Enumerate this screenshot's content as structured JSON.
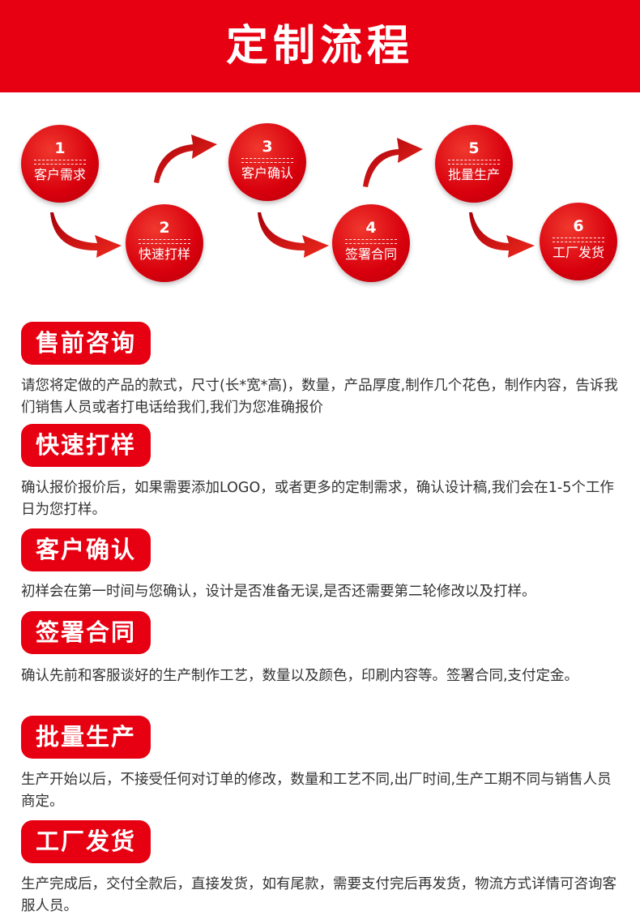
{
  "header": {
    "title": "定制流程"
  },
  "colors": {
    "accent": "#e60012",
    "arrow": "#e0101c",
    "text": "#333333"
  },
  "flow": {
    "steps": [
      {
        "number": "1",
        "label": "客户需求"
      },
      {
        "number": "2",
        "label": "快速打样"
      },
      {
        "number": "3",
        "label": "客户确认"
      },
      {
        "number": "4",
        "label": "签署合同"
      },
      {
        "number": "5",
        "label": "批量生产"
      },
      {
        "number": "6",
        "label": "工厂发货"
      }
    ]
  },
  "sections": [
    {
      "title": "售前咨询",
      "text": "请您将定做的产品的款式，尺寸(长*宽*高)，数量，产品厚度,制作几个花色，制作内容，告诉我们销售人员或者打电话给我们,我们为您准确报价"
    },
    {
      "title": "快速打样",
      "text": "确认报价报价后，如果需要添加LOGO，或者更多的定制需求，确认设计稿,我们会在1-5个工作日为您打样。"
    },
    {
      "title": "客户确认",
      "text": "初样会在第一时间与您确认，设计是否准备无误,是否还需要第二轮修改以及打样。"
    },
    {
      "title": "签署合同",
      "text": "确认先前和客服谈好的生产制作工艺，数量以及颜色，印刷内容等。签署合同,支付定金。"
    },
    {
      "title": "批量生产",
      "text": "生产开始以后，不接受任何对订单的修改，数量和工艺不同,出厂时间,生产工期不同与销售人员商定。"
    },
    {
      "title": "工厂发货",
      "text": "生产完成后，交付全款后，直接发货，如有尾款，需要支付完后再发货，物流方式详情可咨询客服人员。"
    }
  ]
}
